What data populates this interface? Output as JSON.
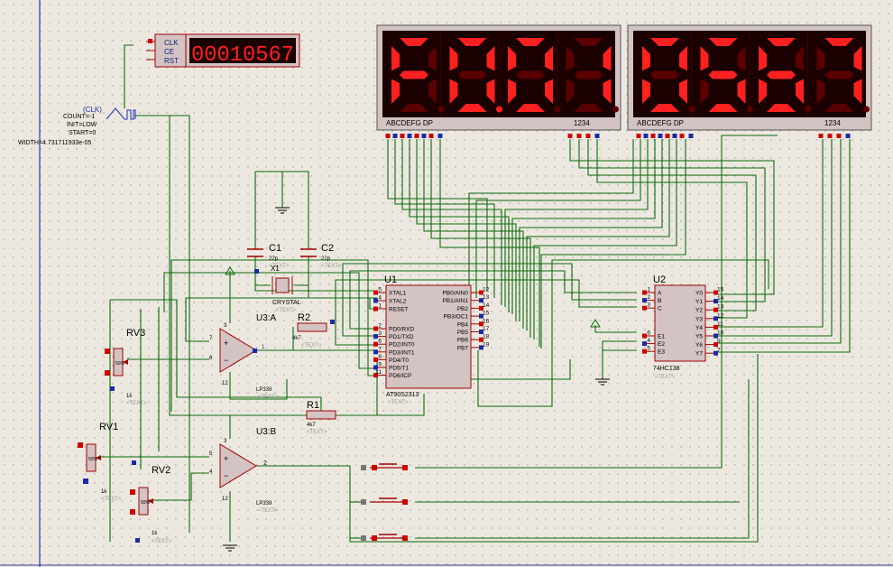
{
  "colors": {
    "background": "#ece8df",
    "wire": "#0b6b0b",
    "component": "#a30000",
    "chip_fill": "#d3c3c3",
    "label": "#0b1e7a",
    "pin_red": "#d00000",
    "pin_blue": "#1a2aa8",
    "segment_on": "#ff2020",
    "segment_off": "#5a0000",
    "display_bg": "#1a0000"
  },
  "counter": {
    "pins": [
      "CLK",
      "CE",
      "RST"
    ],
    "readout": "00010567"
  },
  "clock_source": {
    "tag": "(CLK)",
    "params": [
      "COUNT=-1",
      "INIT=LOW",
      "START=0",
      "WIDTH=4.731711933e-05"
    ]
  },
  "display_left": {
    "digits": [
      "F",
      "0",
      "0",
      "1"
    ],
    "dp_digit": 1,
    "seg_label": "ABCDEFG  DP",
    "digit_label": "1234"
  },
  "display_right": {
    "digits": [
      "0",
      "5",
      "6",
      "7"
    ],
    "seg_label": "ABCDEFG  DP",
    "digit_label": "1234"
  },
  "u1": {
    "ref": "U1",
    "part": "AT90S2313",
    "text": "<TEXT>",
    "left_pins": [
      {
        "num": "5",
        "name": "XTAL1"
      },
      {
        "num": "4",
        "name": "XTAL2"
      },
      {
        "num": "1",
        "name": "RESET"
      },
      {
        "num": "2",
        "name": "PD0/RXD"
      },
      {
        "num": "3",
        "name": "PD1/TXD"
      },
      {
        "num": "6",
        "name": "PD2/INT0"
      },
      {
        "num": "7",
        "name": "PD3/INT1"
      },
      {
        "num": "8",
        "name": "PD4/T0"
      },
      {
        "num": "9",
        "name": "PD5/T1"
      },
      {
        "num": "11",
        "name": "PD6/ICP"
      }
    ],
    "right_pins": [
      {
        "num": "12",
        "name": "PB0/AIN0"
      },
      {
        "num": "13",
        "name": "PB1/AIN1"
      },
      {
        "num": "14",
        "name": "PB2"
      },
      {
        "num": "15",
        "name": "PB3/OC1"
      },
      {
        "num": "16",
        "name": "PB4"
      },
      {
        "num": "17",
        "name": "PB5"
      },
      {
        "num": "18",
        "name": "PB6"
      },
      {
        "num": "19",
        "name": "PB7"
      }
    ]
  },
  "u2": {
    "ref": "U2",
    "part": "74HC138",
    "text": "<TEXT>",
    "left_pins": [
      {
        "num": "1",
        "name": "A"
      },
      {
        "num": "2",
        "name": "B"
      },
      {
        "num": "3",
        "name": "C"
      },
      {
        "num": "6",
        "name": "E1"
      },
      {
        "num": "4",
        "name": "E2"
      },
      {
        "num": "5",
        "name": "E3"
      }
    ],
    "right_pins": [
      {
        "num": "15",
        "name": "Y0"
      },
      {
        "num": "14",
        "name": "Y1"
      },
      {
        "num": "13",
        "name": "Y2"
      },
      {
        "num": "12",
        "name": "Y3"
      },
      {
        "num": "11",
        "name": "Y4"
      },
      {
        "num": "10",
        "name": "Y5"
      },
      {
        "num": "9",
        "name": "Y6"
      },
      {
        "num": "7",
        "name": "Y7"
      }
    ]
  },
  "c1": {
    "ref": "C1",
    "value": "22p",
    "text": "<TEXT>"
  },
  "c2": {
    "ref": "C2",
    "value": "22p",
    "text": "<TEXT>"
  },
  "crystal": {
    "ref": "X1",
    "part": "CRYSTAL",
    "text": "<TEXT>"
  },
  "r1": {
    "ref": "R1",
    "value": "4k7",
    "text": "<TEXT>"
  },
  "r2": {
    "ref": "R2",
    "value": "4k7",
    "text": "<TEXT>"
  },
  "u3a": {
    "ref": "U3:A",
    "part": "LP339",
    "text": "<TEXT>",
    "pins": {
      "vcc": "3",
      "plus": "7",
      "minus": "6",
      "out": "1",
      "gnd": "12"
    }
  },
  "u3b": {
    "ref": "U3:B",
    "part": "LP339",
    "text": "<TEXT>",
    "pins": {
      "vcc": "3",
      "plus": "5",
      "minus": "4",
      "out": "2",
      "gnd": "12"
    }
  },
  "rv1": {
    "ref": "RV1",
    "value": "1k",
    "text": "<TEXT>",
    "pct": "50%"
  },
  "rv2": {
    "ref": "RV2",
    "value": "1k",
    "text": "<TEXT>",
    "pct": "50%"
  },
  "rv3": {
    "ref": "RV3",
    "value": "1k",
    "text": "<TEXT>",
    "pct": "50%"
  }
}
